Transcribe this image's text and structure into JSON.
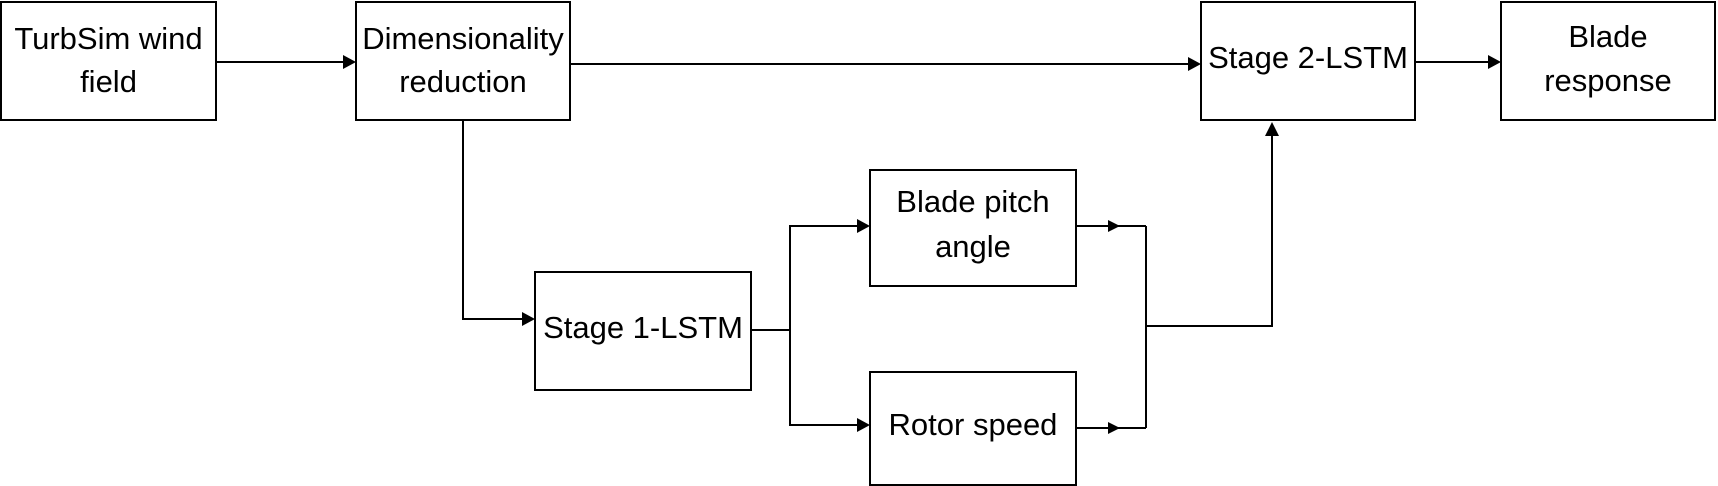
{
  "diagram": {
    "nodes": [
      {
        "id": "turbsim",
        "lines": [
          "TurbSim wind",
          "field"
        ]
      },
      {
        "id": "dimred",
        "lines": [
          "Dimensionality",
          "reduction"
        ]
      },
      {
        "id": "stage2",
        "lines": [
          "Stage 2-LSTM"
        ]
      },
      {
        "id": "blade_response",
        "lines": [
          "Blade",
          "response"
        ]
      },
      {
        "id": "stage1",
        "lines": [
          "Stage 1-LSTM"
        ]
      },
      {
        "id": "pitch",
        "lines": [
          "Blade pitch",
          "angle"
        ]
      },
      {
        "id": "rotor",
        "lines": [
          "Rotor speed"
        ]
      }
    ],
    "edges": [
      {
        "from": "turbsim",
        "to": "dimred"
      },
      {
        "from": "dimred",
        "to": "stage2"
      },
      {
        "from": "stage2",
        "to": "blade_response"
      },
      {
        "from": "dimred",
        "to": "stage1"
      },
      {
        "from": "stage1",
        "to": "pitch"
      },
      {
        "from": "stage1",
        "to": "rotor"
      },
      {
        "from": "pitch",
        "to": "stage2"
      },
      {
        "from": "rotor",
        "to": "stage2"
      }
    ],
    "colors": {
      "stroke": "#000000",
      "fill": "#ffffff",
      "text": "#000000"
    }
  }
}
